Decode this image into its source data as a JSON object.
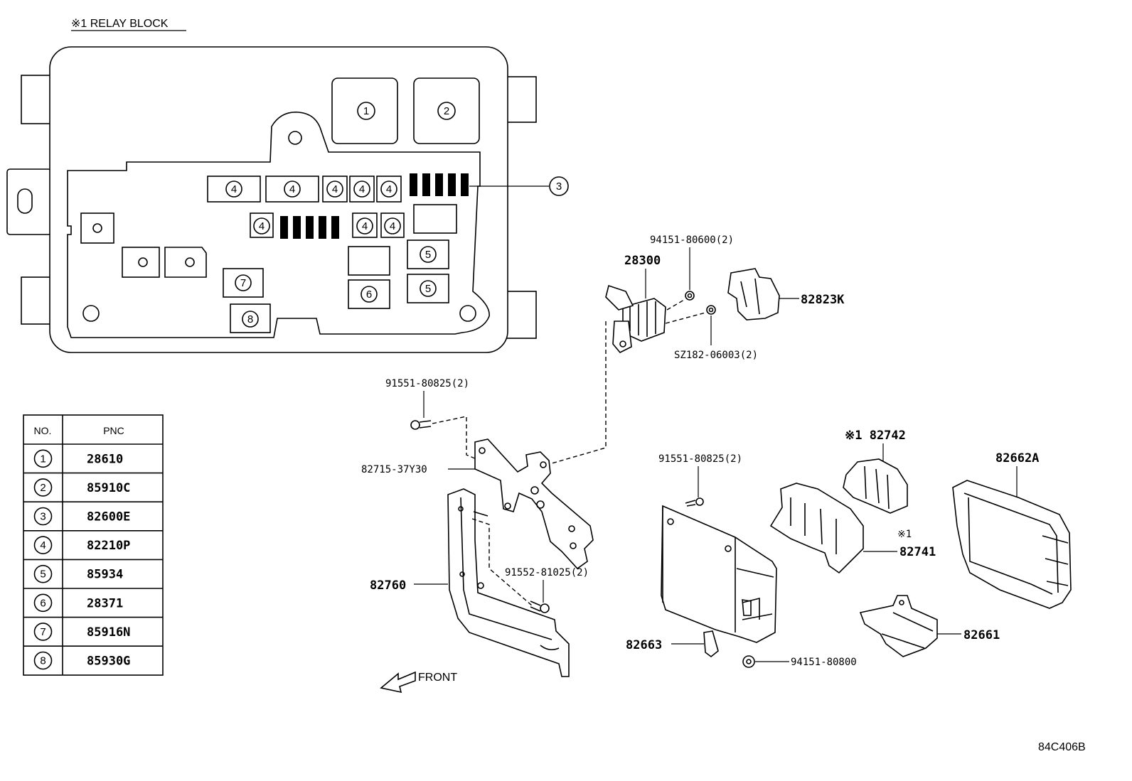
{
  "relay_block": {
    "title": "※1 RELAY BLOCK",
    "callouts": [
      {
        "id": "1",
        "pos": "slot-1"
      },
      {
        "id": "2",
        "pos": "slot-2"
      },
      {
        "id": "3",
        "pos": "leader-3"
      }
    ]
  },
  "labels": {
    "p28300": "28300",
    "p94151_80600": "94151-80600(2)",
    "p82823K": "82823K",
    "pSZ182": "SZ182-06003(2)",
    "p91551_a": "91551-80825(2)",
    "p82715": "82715-37Y30",
    "p82760": "82760",
    "p91552": "91552-81025(2)",
    "p91551_b": "91551-80825(2)",
    "p82742": "※1 82742",
    "p82662A": "82662A",
    "p82741_mark": "※1",
    "p82741": "82741",
    "p82663": "82663",
    "p82661": "82661",
    "p94151_80800": "94151-80800",
    "front": "FRONT",
    "code": "84C406B"
  },
  "table": {
    "headers": [
      "NO.",
      "PNC"
    ],
    "rows": [
      {
        "no": "1",
        "pnc": "28610"
      },
      {
        "no": "2",
        "pnc": "85910C"
      },
      {
        "no": "3",
        "pnc": "82600E"
      },
      {
        "no": "4",
        "pnc": "82210P"
      },
      {
        "no": "5",
        "pnc": "85934"
      },
      {
        "no": "6",
        "pnc": "28371"
      },
      {
        "no": "7",
        "pnc": "85916N"
      },
      {
        "no": "8",
        "pnc": "85930G"
      }
    ]
  }
}
